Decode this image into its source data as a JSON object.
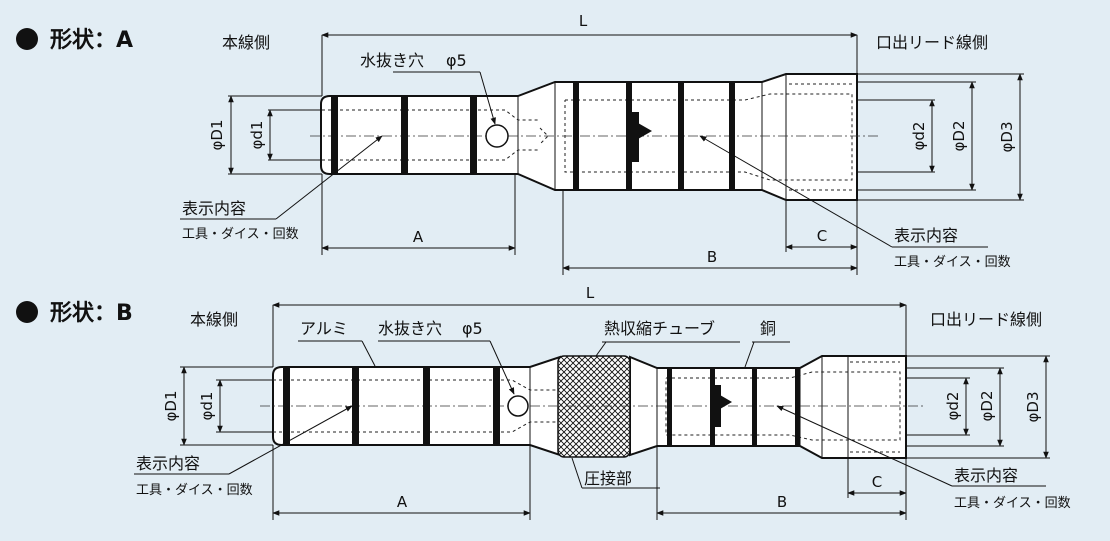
{
  "shapeA": {
    "title": "形状：A",
    "left_label": "本線側",
    "right_label": "口出リード線側",
    "hole_label": "水抜き穴",
    "hole_dim": "φ5",
    "display_title_1": "表示内容",
    "display_sub_1": "工具・ダイス・回数",
    "display_title_2": "表示内容",
    "display_sub_2": "工具・ダイス・回数",
    "dim_L": "L",
    "dim_A": "A",
    "dim_B": "B",
    "dim_C": "C",
    "dim_D1": "φD1",
    "dim_d1": "φd1",
    "dim_d2": "φd2",
    "dim_D2": "φD2",
    "dim_D3": "φD3"
  },
  "shapeB": {
    "title": "形状：B",
    "left_label": "本線側",
    "right_label": "口出リード線側",
    "alu_label": "アルミ",
    "hole_label": "水抜き穴",
    "hole_dim": "φ5",
    "shrink_label": "熱収縮チューブ",
    "copper_label": "銅",
    "crimp_label": "圧接部",
    "display_title_1": "表示内容",
    "display_sub_1": "工具・ダイス・回数",
    "display_title_2": "表示内容",
    "display_sub_2": "工具・ダイス・回数",
    "dim_L": "L",
    "dim_A": "A",
    "dim_B": "B",
    "dim_C": "C",
    "dim_D1": "φD1",
    "dim_d1": "φd1",
    "dim_d2": "φd2",
    "dim_D2": "φD2",
    "dim_D3": "φD3"
  }
}
